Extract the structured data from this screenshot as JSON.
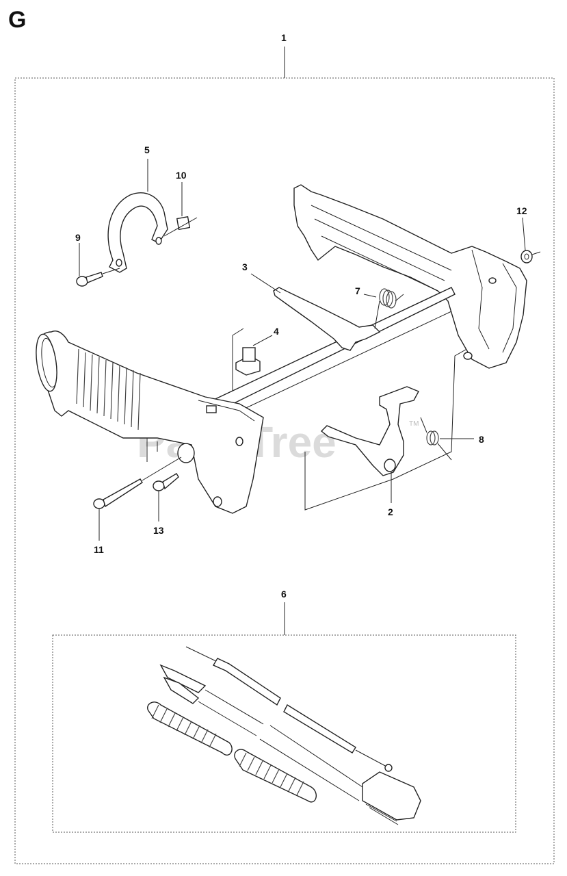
{
  "section_letter": "G",
  "watermark": {
    "text": "PartsTree",
    "tm": "TM"
  },
  "callouts": [
    {
      "id": "c1",
      "label": "1"
    },
    {
      "id": "c2",
      "label": "2"
    },
    {
      "id": "c3",
      "label": "3"
    },
    {
      "id": "c4",
      "label": "4"
    },
    {
      "id": "c5",
      "label": "5"
    },
    {
      "id": "c6",
      "label": "6"
    },
    {
      "id": "c7",
      "label": "7"
    },
    {
      "id": "c8",
      "label": "8"
    },
    {
      "id": "c9",
      "label": "9"
    },
    {
      "id": "c10",
      "label": "10"
    },
    {
      "id": "c11",
      "label": "11"
    },
    {
      "id": "c12",
      "label": "12"
    },
    {
      "id": "c13",
      "label": "13"
    }
  ]
}
